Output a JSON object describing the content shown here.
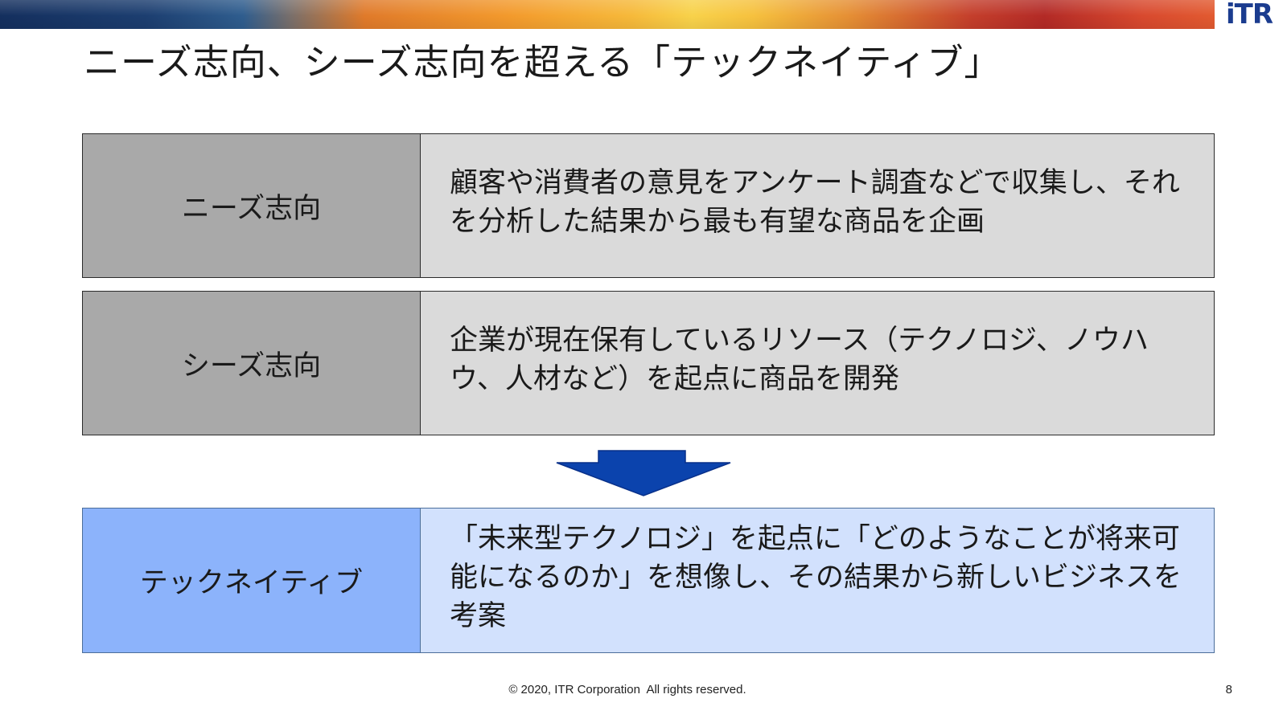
{
  "logo": "iTR",
  "title": "ニーズ志向、シーズ志向を超える「テックネイティブ」",
  "rows": [
    {
      "label": "ニーズ志向",
      "description": "顧客や消費者の意見をアンケート調査などで収集し、それを分析した結果から最も有望な商品を企画"
    },
    {
      "label": "シーズ志向",
      "description": "企業が現在保有しているリソース（テクノロジ、ノウハウ、人材など）を起点に商品を開発"
    },
    {
      "label": "テックネイティブ",
      "description": "「未来型テクノロジ」を起点に「どのようなことが将来可能になるのか」を想像し、その結果から新しいビジネスを考案"
    }
  ],
  "footer": {
    "copyright": "© 2020, ITR Corporation  All rights reserved.",
    "page_number": "8"
  },
  "colors": {
    "gray_label": "#a9a9a9",
    "gray_desc": "#dadada",
    "blue_label": "#8cb3fb",
    "blue_desc": "#d2e1fd",
    "arrow": "#0b43ad",
    "logo": "#1b3c8f"
  }
}
